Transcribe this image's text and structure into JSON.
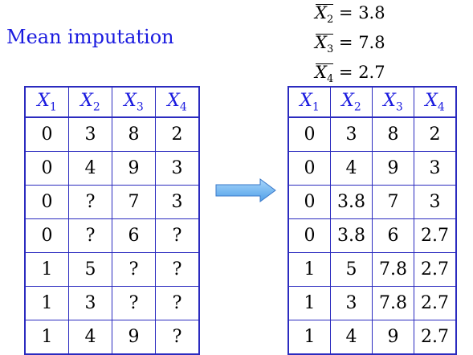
{
  "title": "Mean imputation",
  "means": [
    {
      "var": "X",
      "sub": "2",
      "eq": "= 3.8"
    },
    {
      "var": "X",
      "sub": "3",
      "eq": "= 7.8"
    },
    {
      "var": "X",
      "sub": "4",
      "eq": "= 2.7"
    }
  ],
  "headers": [
    {
      "var": "X",
      "sub": "1"
    },
    {
      "var": "X",
      "sub": "2"
    },
    {
      "var": "X",
      "sub": "3"
    },
    {
      "var": "X",
      "sub": "4"
    }
  ],
  "left_rows": [
    [
      "0",
      "3",
      "8",
      "2"
    ],
    [
      "0",
      "4",
      "9",
      "3"
    ],
    [
      "0",
      "?",
      "7",
      "3"
    ],
    [
      "0",
      "?",
      "6",
      "?"
    ],
    [
      "1",
      "5",
      "?",
      "?"
    ],
    [
      "1",
      "3",
      "?",
      "?"
    ],
    [
      "1",
      "4",
      "9",
      "?"
    ]
  ],
  "right_rows": [
    [
      "0",
      "3",
      "8",
      "2"
    ],
    [
      "0",
      "4",
      "9",
      "3"
    ],
    [
      "0",
      "3.8",
      "7",
      "3"
    ],
    [
      "0",
      "3.8",
      "6",
      "2.7"
    ],
    [
      "1",
      "5",
      "7.8",
      "2.7"
    ],
    [
      "1",
      "3",
      "7.8",
      "2.7"
    ],
    [
      "1",
      "4",
      "9",
      "2.7"
    ]
  ],
  "imputed_cells": [
    [
      2,
      1
    ],
    [
      3,
      1
    ],
    [
      3,
      3
    ],
    [
      4,
      2
    ],
    [
      4,
      3
    ],
    [
      5,
      2
    ],
    [
      5,
      3
    ],
    [
      6,
      3
    ]
  ],
  "colors": {
    "title": "#1a1adf",
    "grid": "#2b2bbf",
    "missing": "#c4321e",
    "arrow": "#6ab4f0"
  }
}
